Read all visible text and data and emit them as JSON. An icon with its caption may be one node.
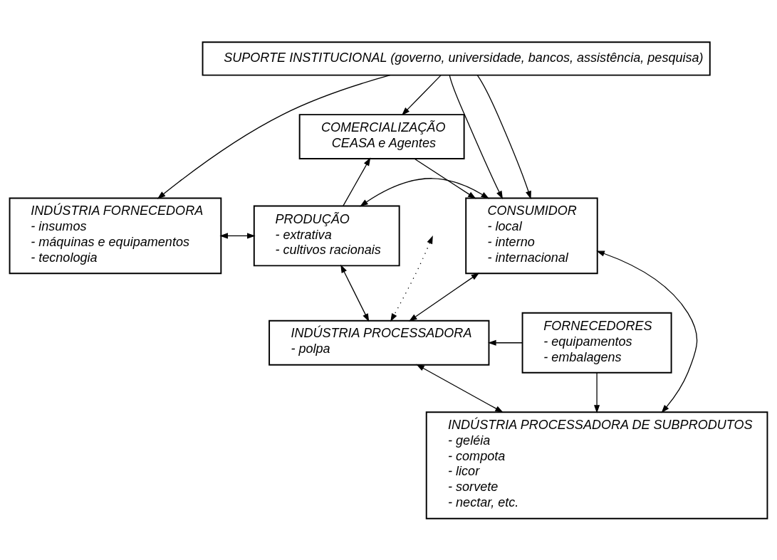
{
  "diagram": {
    "nodes": [
      {
        "text": [
          "SUPORTE INSTITUCIONAL (governo, universidade, bancos, assistência, pesquisa)"
        ]
      },
      {
        "text": [
          "COMERCIALIZAÇÃO",
          "CEASA e Agentes"
        ]
      },
      {
        "text": [
          "INDÚSTRIA FORNECEDORA",
          "- insumos",
          "- máquinas e equipamentos",
          "- tecnologia"
        ]
      },
      {
        "text": [
          "PRODUÇÃO",
          "- extrativa",
          "- cultivos racionais"
        ]
      },
      {
        "text": [
          "CONSUMIDOR",
          "- local",
          "- interno",
          "- internacional"
        ]
      },
      {
        "text": [
          "FORNECEDORES",
          "- equipamentos",
          "- embalagens"
        ]
      },
      {
        "text": [
          "INDÚSTRIA PROCESSADORA",
          "- polpa"
        ]
      },
      {
        "text": [
          "INDÚSTRIA PROCESSADORA DE SUBPRODUTOS",
          "- geléia",
          "- compota",
          "- licor",
          "- sorvete",
          "- nectar, etc."
        ]
      }
    ],
    "edges": [
      {
        "from": 0,
        "to": 2,
        "arrow": "to"
      },
      {
        "from": 0,
        "to": 1,
        "arrow": "to"
      },
      {
        "from": 0,
        "to": 4,
        "arrow": "to"
      },
      {
        "from": 0,
        "to": 4,
        "arrow": "to"
      },
      {
        "from": 1,
        "to": 4,
        "arrow": "to"
      },
      {
        "from": 3,
        "to": 1,
        "arrow": "to"
      },
      {
        "from": 2,
        "to": 3,
        "arrow": "both"
      },
      {
        "from": 3,
        "to": 4,
        "arrow": "both"
      },
      {
        "from": null,
        "to": 6,
        "arrow": "both",
        "style": "dashed"
      },
      {
        "from": 3,
        "to": 6,
        "arrow": "both"
      },
      {
        "from": 4,
        "to": 6,
        "arrow": "both"
      },
      {
        "from": 5,
        "to": 6,
        "arrow": "to"
      },
      {
        "from": 5,
        "to": 7,
        "arrow": "to"
      },
      {
        "from": 6,
        "to": 7,
        "arrow": "both"
      },
      {
        "from": 4,
        "to": 7,
        "arrow": "both"
      }
    ]
  }
}
